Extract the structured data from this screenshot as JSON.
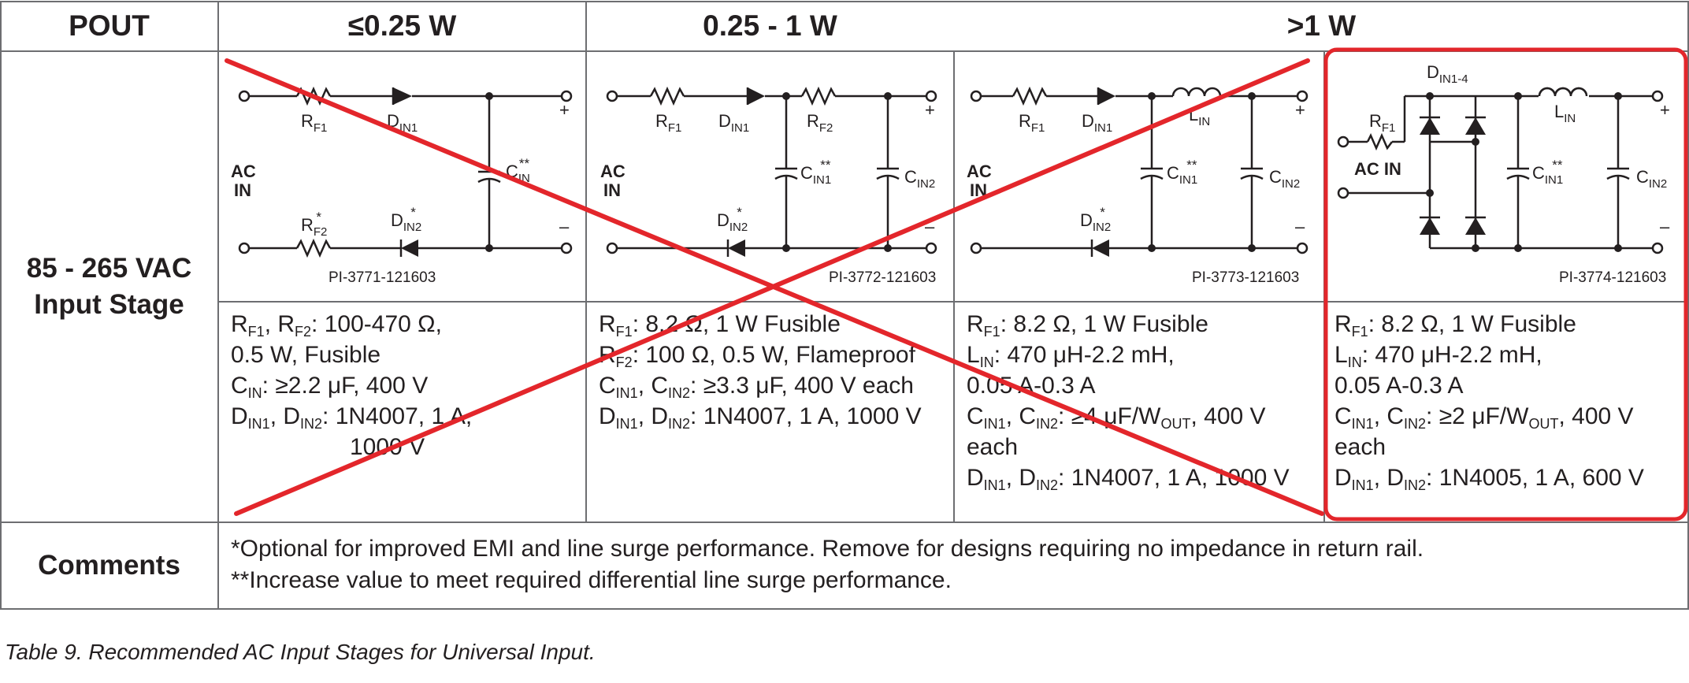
{
  "header": {
    "pout": "POUT",
    "col1": "≤0.25 W",
    "col2": "0.25 - 1 W",
    "col3": ">1 W"
  },
  "row_labels": {
    "input_stage_line1": "85 - 265 VAC",
    "input_stage_line2": "Input Stage",
    "comments": "Comments"
  },
  "diagrams": {
    "d1": {
      "id": "PI-3771-121603",
      "ac": "AC",
      "in": "IN",
      "plus": "+",
      "minus": "–",
      "rf1": "RF1",
      "rf2": "RF2*",
      "din1": "DIN1",
      "din2": "DIN2*",
      "cin": "CIN**"
    },
    "d2": {
      "id": "PI-3772-121603",
      "ac": "AC",
      "in": "IN",
      "plus": "+",
      "minus": "–",
      "rf1": "RF1",
      "rf2": "RF2",
      "din1": "DIN1",
      "din2": "DIN2*",
      "cin1": "CIN1**",
      "cin2": "CIN2"
    },
    "d3": {
      "id": "PI-3773-121603",
      "ac": "AC",
      "in": "IN",
      "plus": "+",
      "minus": "–",
      "rf1": "RF1",
      "lin": "LIN",
      "din1": "DIN1",
      "din2": "DIN2*",
      "cin1": "CIN1**",
      "cin2": "CIN2"
    },
    "d4": {
      "id": "PI-3774-121603",
      "ac_in": "AC IN",
      "plus": "+",
      "minus": "–",
      "rf1": "RF1",
      "din": "DIN1-4",
      "lin": "LIN",
      "cin1": "CIN1**",
      "cin2": "CIN2"
    }
  },
  "specs": {
    "col1": [
      "RF1, RF2: 100-470 Ω,",
      "0.5 W, Fusible",
      "CIN: ≥2.2 μF, 400 V",
      "DIN1, DIN2: 1N4007, 1 A,",
      "1000 V"
    ],
    "col2": [
      "RF1: 8.2 Ω, 1 W Fusible",
      "RF2: 100 Ω, 0.5 W, Flameproof",
      "CIN1, CIN2: ≥3.3 μF, 400 V each",
      "DIN1, DIN2: 1N4007, 1 A, 1000 V"
    ],
    "col3": [
      "RF1: 8.2 Ω, 1 W Fusible",
      "LIN: 470 μH-2.2 mH,",
      "0.05 A-0.3 A",
      "CIN1, CIN2: ≥4 μF/WOUT, 400 V",
      "each",
      "DIN1, DIN2: 1N4007, 1 A, 1000 V"
    ],
    "col4": [
      "RF1: 8.2 Ω, 1 W Fusible",
      "LIN: 470 μH-2.2 mH,",
      "0.05 A-0.3 A",
      "CIN1, CIN2: ≥2 μF/WOUT, 400 V",
      "each",
      "DIN1, DIN2: 1N4005, 1 A, 600 V"
    ]
  },
  "comments": {
    "line1": "*Optional for improved EMI and line surge performance. Remove for designs requiring no impedance in return rail.",
    "line2": "**Increase value to meet required differential line surge performance."
  },
  "caption": "Table 9.    Recommended AC Input Stages for Universal Input.",
  "annotations": {
    "cross_color": "#e3262b",
    "highlight_color": "#e3262b"
  }
}
